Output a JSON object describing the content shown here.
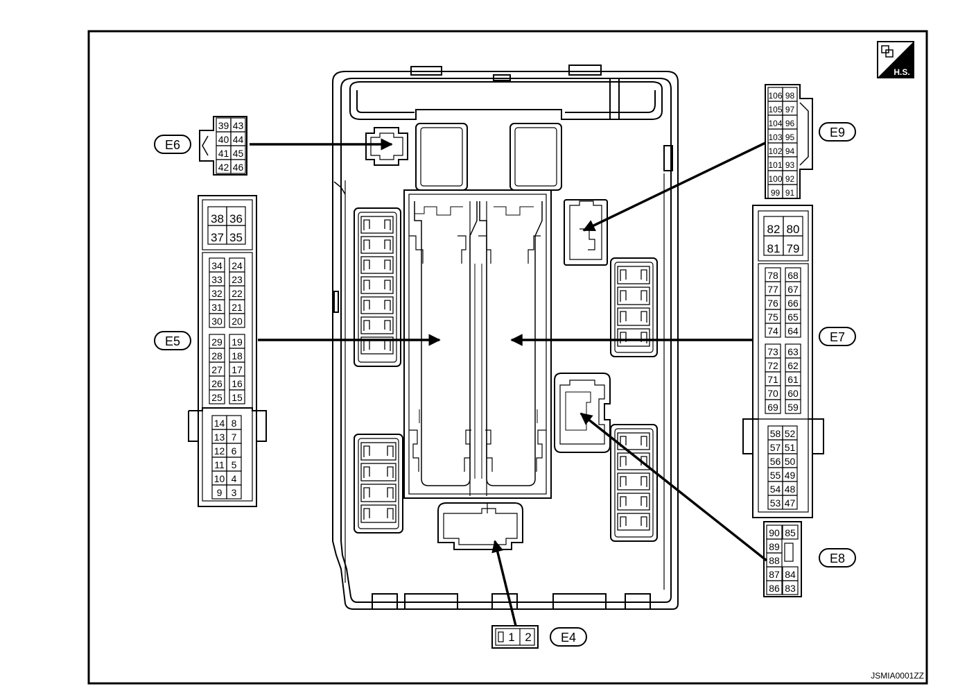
{
  "labels": {
    "e4": "E4",
    "e5": "E5",
    "e6": "E6",
    "e7": "E7",
    "e8": "E8",
    "e9": "E9",
    "hs": "H.S.",
    "figure_code": "JSMIA0001ZZ"
  },
  "connectors": {
    "E4": {
      "pins": [
        "1",
        "2"
      ]
    },
    "E5": {
      "top_block": [
        [
          "38",
          "36"
        ],
        [
          "37",
          "35"
        ]
      ],
      "mid_left": [
        "34",
        "33",
        "32",
        "31",
        "30",
        "29",
        "28",
        "27",
        "26",
        "25"
      ],
      "mid_right": [
        "24",
        "23",
        "22",
        "21",
        "20",
        "19",
        "18",
        "17",
        "16",
        "15"
      ],
      "bottom_block": [
        [
          "14",
          "8"
        ],
        [
          "13",
          "7"
        ],
        [
          "12",
          "6"
        ],
        [
          "11",
          "5"
        ],
        [
          "10",
          "4"
        ],
        [
          "9",
          "3"
        ]
      ]
    },
    "E6": {
      "rows": [
        [
          "39",
          "43"
        ],
        [
          "40",
          "44"
        ],
        [
          "41",
          "45"
        ],
        [
          "42",
          "46"
        ]
      ]
    },
    "E7": {
      "top_block": [
        [
          "82",
          "80"
        ],
        [
          "81",
          "79"
        ]
      ],
      "mid_left": [
        "78",
        "77",
        "76",
        "75",
        "74",
        "73",
        "72",
        "71",
        "70",
        "69"
      ],
      "mid_right": [
        "68",
        "67",
        "66",
        "65",
        "64",
        "63",
        "62",
        "61",
        "60",
        "59"
      ],
      "bottom_block": [
        [
          "58",
          "52"
        ],
        [
          "57",
          "51"
        ],
        [
          "56",
          "50"
        ],
        [
          "55",
          "49"
        ],
        [
          "54",
          "48"
        ],
        [
          "53",
          "47"
        ]
      ]
    },
    "E8": {
      "left": [
        "90",
        "89",
        "88",
        "87",
        "86"
      ],
      "right": [
        "85",
        "",
        "",
        "84",
        "83"
      ]
    },
    "E9": {
      "rows": [
        [
          "106",
          "98"
        ],
        [
          "105",
          "97"
        ],
        [
          "104",
          "96"
        ],
        [
          "103",
          "95"
        ],
        [
          "102",
          "94"
        ],
        [
          "101",
          "93"
        ],
        [
          "100",
          "92"
        ],
        [
          "99",
          "91"
        ]
      ]
    }
  },
  "icons": {
    "harness_service": "hs-wiring-icon"
  }
}
